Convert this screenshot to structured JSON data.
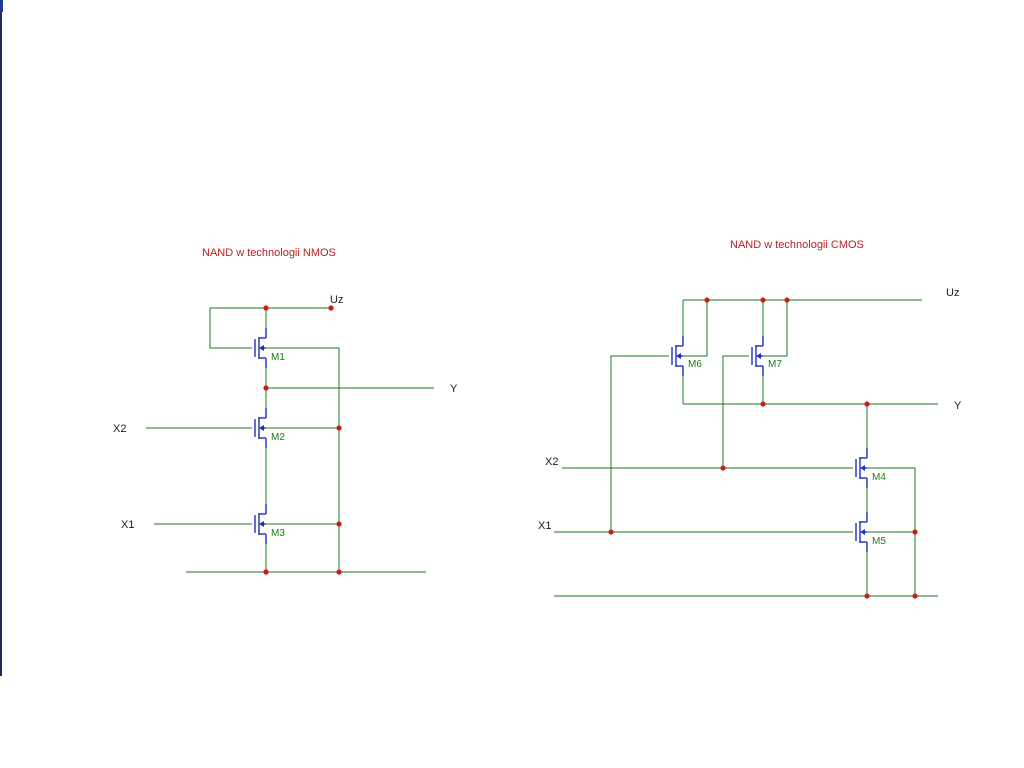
{
  "window": {
    "accent": "#1f3a96"
  },
  "nmos": {
    "title": "NAND w technologii NMOS",
    "supply": "Uz",
    "output": "Y",
    "inputs": {
      "x2": "X2",
      "x1": "X1"
    },
    "transistors": {
      "m1": "M1",
      "m2": "M2",
      "m3": "M3"
    }
  },
  "cmos": {
    "title": "NAND w technologii CMOS",
    "supply": "Uz",
    "output": "Y",
    "inputs": {
      "x2": "X2",
      "x1": "X1"
    },
    "transistors": {
      "m6": "M6",
      "m7": "M7",
      "m4": "M4",
      "m5": "M5"
    }
  },
  "colors": {
    "wire": "#1f7a1f",
    "transistor": "#1c2fc0",
    "node": "#d01818",
    "title": "#b81e1e"
  }
}
